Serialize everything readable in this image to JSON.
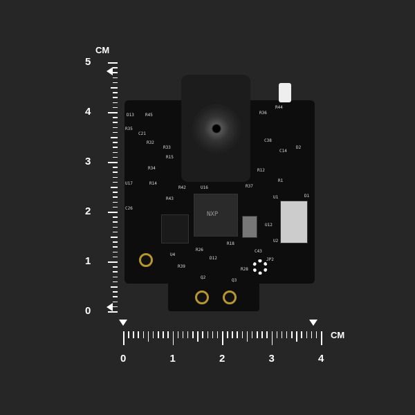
{
  "ruler_vertical": {
    "unit": "CM",
    "labels": [
      "0",
      "1",
      "2",
      "3",
      "4",
      "5"
    ]
  },
  "ruler_horizontal": {
    "unit": "CM",
    "labels": [
      "0",
      "1",
      "2",
      "3",
      "4"
    ]
  },
  "board": {
    "component_labels": [
      "D13",
      "R45",
      "R35",
      "C21",
      "R32",
      "R33",
      "R15",
      "R34",
      "U17",
      "R14",
      "R42",
      "R43",
      "C26",
      "U4",
      "U16",
      "R37",
      "R36",
      "R44",
      "C38",
      "D2",
      "R12",
      "R1",
      "D1",
      "U12",
      "U2",
      "R26",
      "D12",
      "R18",
      "C43",
      "JP2",
      "R39",
      "Q2",
      "R28",
      "Q3",
      "U1",
      "C14"
    ],
    "chip_marking": "NXP"
  },
  "colors": {
    "background": "#262626",
    "pcb": "#0d0d0d",
    "ruler": "#ffffff",
    "gold": "#b8962e"
  }
}
